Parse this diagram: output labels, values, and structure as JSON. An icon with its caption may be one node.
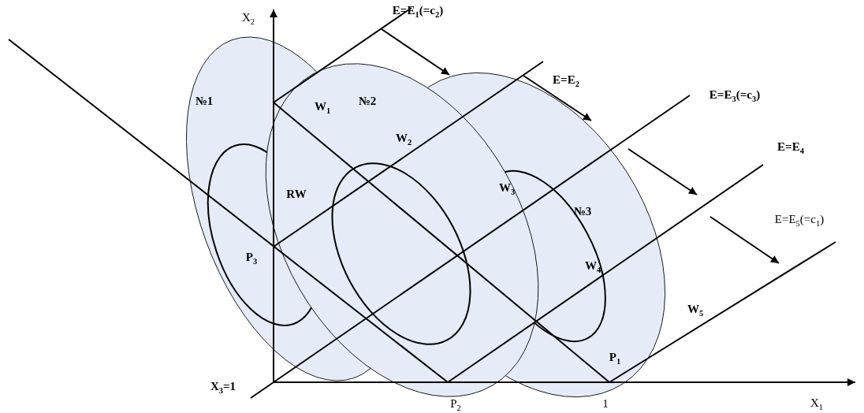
{
  "diagram": {
    "labels": [
      "X$_{2}$",
      "E=E$_{1}$(=c$_{2}$)",
      "E=E$_{2}$",
      "E=E$_{3}$(=c$_{3}$)",
      "№1",
      "W$_{1}$",
      "№2",
      "E=E$_{4}$",
      "W$_{2}$",
      "RW",
      "W$_{3}$",
      "№3",
      "E=E$_{5}$(=c$_{1}$)",
      "P$_{3}$",
      "W$_{4}$",
      "W$_{5}$",
      "P$_{1}$",
      "X$_{3}$=1",
      "P$_{2}$",
      "1",
      "X$_{1}$"
    ]
  }
}
